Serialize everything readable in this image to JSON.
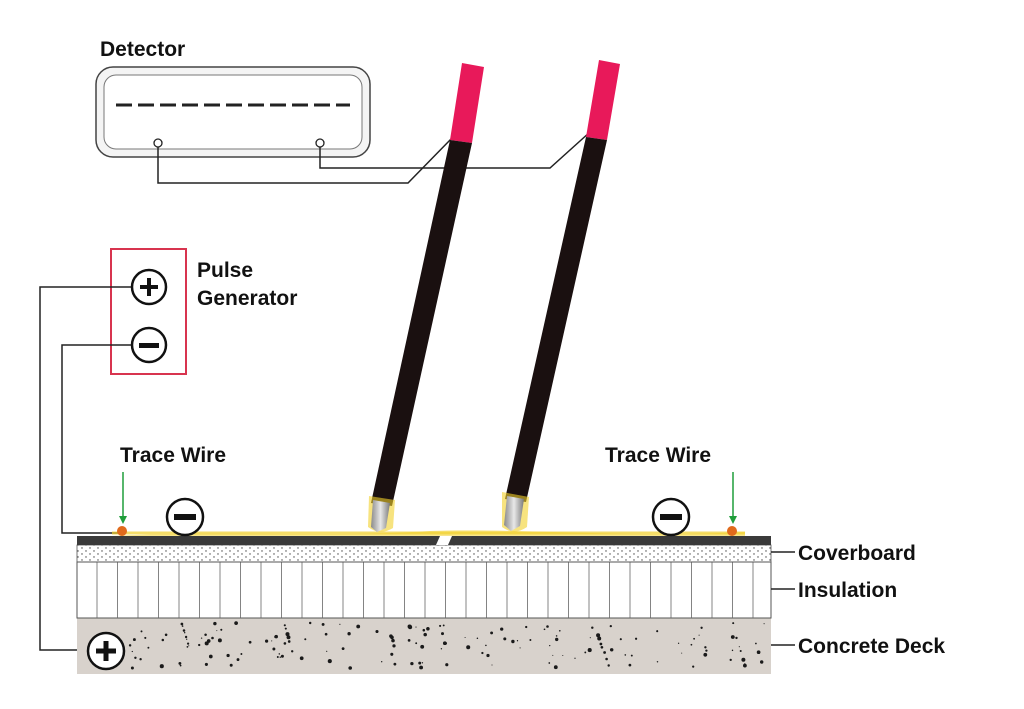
{
  "labels": {
    "detector": "Detector",
    "pulse_generator_line1": "Pulse",
    "pulse_generator_line2": "Generator",
    "trace_wire_left": "Trace Wire",
    "trace_wire_right": "Trace Wire",
    "coverboard": "Coverboard",
    "insulation": "Insulation",
    "concrete_deck": "Concrete Deck"
  },
  "symbols": {
    "plus": "+",
    "minus": "−"
  },
  "colors": {
    "probe_tip": "#e8195a",
    "probe_shaft": "#1a1010",
    "pulse_box_border": "#d8344f",
    "trace_wire_dot": "#e06a1c",
    "trace_wire_arrow": "#1f9e3a",
    "membrane_glow": "#f2d02a",
    "coverboard": "#3a3a3a",
    "concrete": "#d8d2cc"
  },
  "icons": [
    "detector-display",
    "probe",
    "plus-terminal-icon",
    "minus-terminal-icon",
    "trace-wire-arrow-icon"
  ]
}
